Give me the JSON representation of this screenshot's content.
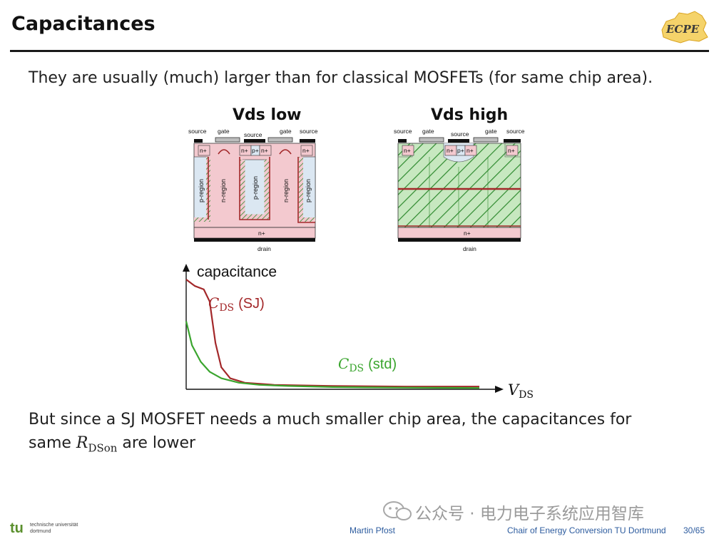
{
  "slide": {
    "title": "Capacitances",
    "intro_text": "They are usually (much) larger than for classical MOSFETs (for same chip area).",
    "conclusion_line1": "But since a SJ MOSFET needs a much smaller chip area, the capacitances for",
    "conclusion_line2_prefix": "same ",
    "conclusion_line2_math_main": "R",
    "conclusion_line2_math_sub": "DSon",
    "conclusion_line2_suffix": " are lower"
  },
  "figure_left": {
    "title": "Vds low",
    "labels": {
      "source": "source",
      "gate": "gate",
      "n_plus": "n+",
      "p_plus": "p+",
      "p_region": "p-region",
      "n_region": "n-region",
      "drain": "drain"
    }
  },
  "figure_right": {
    "title": "Vds high",
    "labels": {
      "source": "source",
      "gate": "gate",
      "n_plus": "n+",
      "p_plus": "p+",
      "drain": "drain"
    }
  },
  "chart_data": {
    "type": "line",
    "ylabel": "capacitance",
    "xlabel_main": "V",
    "xlabel_sub": "DS",
    "series": [
      {
        "name_main": "C",
        "name_sub": "DS",
        "name_suffix": "(SJ)",
        "color": "#a3282a",
        "x": [
          0.0,
          0.03,
          0.06,
          0.08,
          0.1,
          0.12,
          0.15,
          0.2,
          0.3,
          0.5,
          0.75,
          1.0
        ],
        "y": [
          1.0,
          0.94,
          0.91,
          0.8,
          0.42,
          0.2,
          0.1,
          0.06,
          0.04,
          0.03,
          0.025,
          0.025
        ]
      },
      {
        "name_main": "C",
        "name_sub": "DS",
        "name_suffix": "(std)",
        "color": "#3aa52e",
        "x": [
          0.0,
          0.02,
          0.05,
          0.08,
          0.12,
          0.18,
          0.25,
          0.35,
          0.5,
          0.75,
          1.0
        ],
        "y": [
          0.62,
          0.4,
          0.25,
          0.16,
          0.1,
          0.06,
          0.04,
          0.03,
          0.02,
          0.015,
          0.012
        ]
      }
    ],
    "grid": false,
    "legend": "inline labels"
  },
  "footer": {
    "author": "Martin Pfost",
    "chair": "Chair of Energy Conversion TU Dortmund",
    "page": "30/65",
    "university_line1": "technische universität",
    "university_line2": "dortmund",
    "university_mark": "tu"
  },
  "logo": {
    "text": "ECPE",
    "color": "#e0a21a"
  },
  "watermark": {
    "text": "公众号 · 电力电子系统应用智库"
  },
  "colors": {
    "red_line": "#a3282a",
    "green_line": "#3aa52e",
    "pink_region": "#f3c9cf",
    "blue_region": "#dbe7f2",
    "hatch_green": "#2f8a2f",
    "accent_blue": "#2c5b9e"
  }
}
